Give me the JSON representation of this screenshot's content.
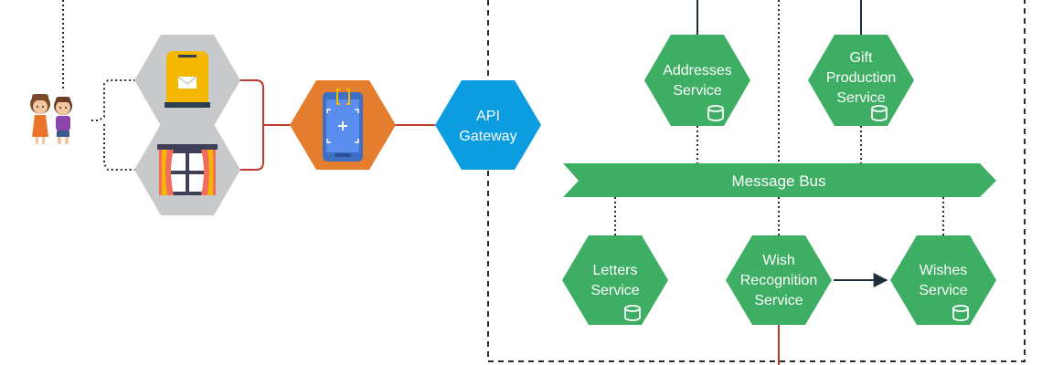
{
  "services": {
    "addresses": [
      "Addresses",
      "Service"
    ],
    "gift_production": [
      "Gift",
      "Production",
      "Service"
    ],
    "letters": [
      "Letters",
      "Service"
    ],
    "wish_recognition": [
      "Wish",
      "Recognition",
      "Service"
    ],
    "wishes": [
      "Wishes",
      "Service"
    ]
  },
  "gateway": [
    "API",
    "Gateway"
  ],
  "message_bus": "Message Bus",
  "colors": {
    "service_green": "#3DAE63",
    "gateway_blue": "#0B9DE0",
    "app_orange": "#E47D2E",
    "channel_gray": "#C8C9CA",
    "connector_red": "#C0392B",
    "dark_line": "#1F2E3D"
  },
  "icons": [
    "children-icon",
    "mailbox-icon",
    "window-icon",
    "mobile-app-icon",
    "database-icon"
  ]
}
